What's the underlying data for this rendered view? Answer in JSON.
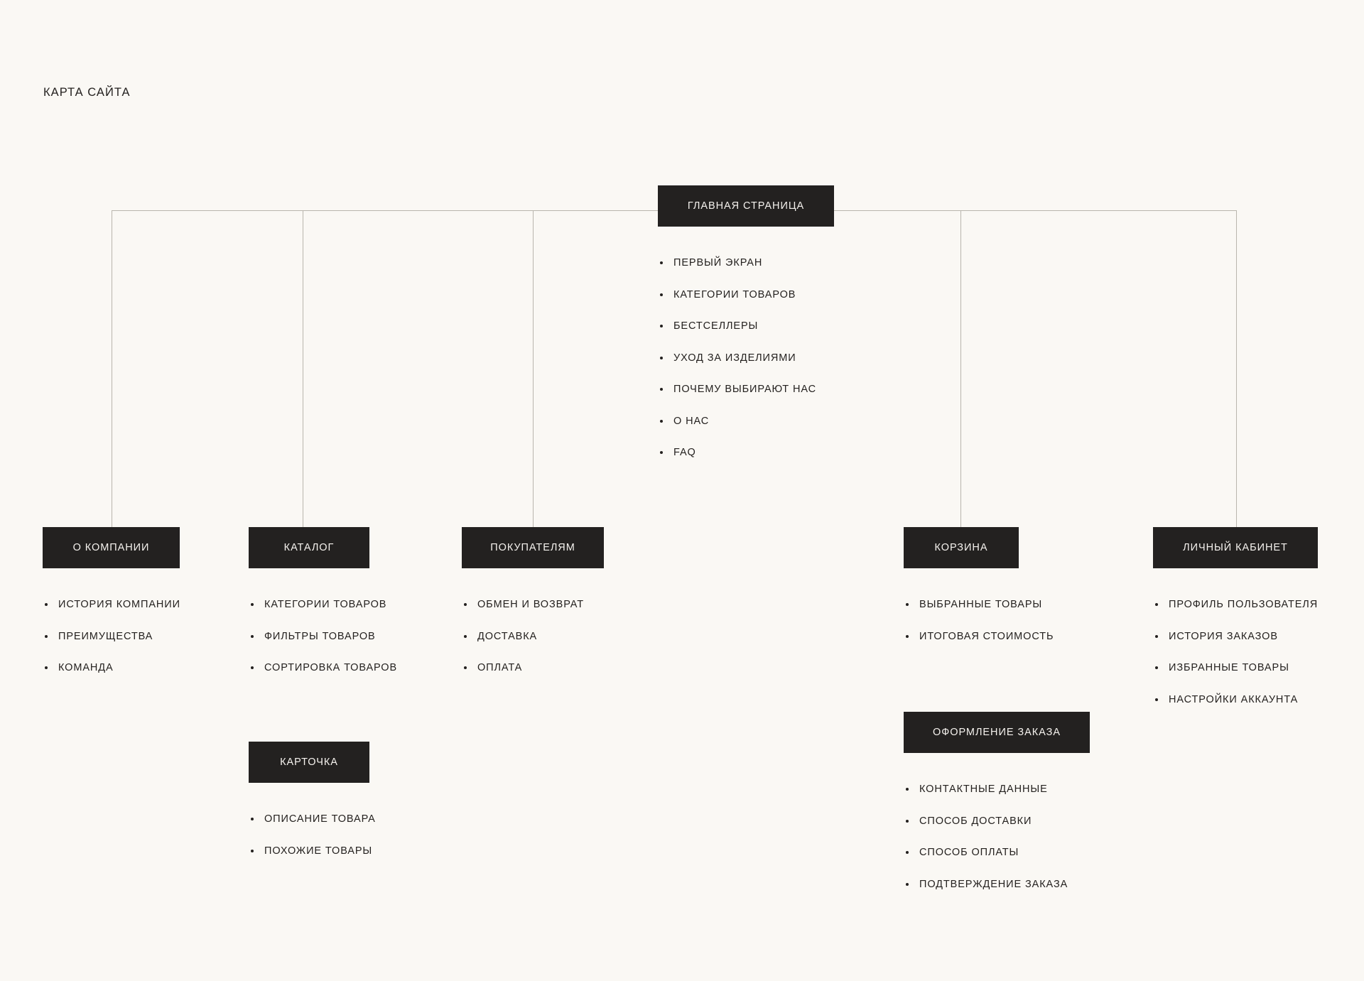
{
  "page": {
    "title": "КАРТА САЙТА",
    "background_color": "#faf8f4",
    "node_color": "#232120",
    "node_text_color": "#f5f2ee",
    "text_color": "#24211f",
    "line_color": "#b9b5ad"
  },
  "root": {
    "label": "ГЛАВНАЯ СТРАНИЦА",
    "items": [
      "ПЕРВЫЙ ЭКРАН",
      "КАТЕГОРИИ ТОВАРОВ",
      "БЕСТСЕЛЛЕРЫ",
      "УХОД ЗА ИЗДЕЛИЯМИ",
      "ПОЧЕМУ ВЫБИРАЮТ НАС",
      "О НАС",
      "FAQ"
    ]
  },
  "branches": [
    {
      "label": "О КОМПАНИИ",
      "items": [
        "ИСТОРИЯ КОМПАНИИ",
        "ПРЕИМУЩЕСТВА",
        "КОМАНДА"
      ]
    },
    {
      "label": "КАТАЛОГ",
      "items": [
        "КАТЕГОРИИ ТОВАРОВ",
        "ФИЛЬТРЫ ТОВАРОВ",
        "СОРТИРОВКА ТОВАРОВ"
      ]
    },
    {
      "label": "ПОКУПАТЕЛЯМ",
      "items": [
        "ОБМЕН И ВОЗВРАТ",
        "ДОСТАВКА",
        "ОПЛАТА"
      ]
    },
    {
      "label": "КОРЗИНА",
      "items": [
        "ВЫБРАННЫЕ ТОВАРЫ",
        "ИТОГОВАЯ СТОИМОСТЬ"
      ]
    },
    {
      "label": "ЛИЧНЫЙ КАБИНЕТ",
      "items": [
        "ПРОФИЛЬ ПОЛЬЗОВАТЕЛЯ",
        "ИСТОРИЯ ЗАКАЗОВ",
        "ИЗБРАННЫЕ ТОВАРЫ",
        "НАСТРОЙКИ АККАУНТА"
      ]
    }
  ],
  "sub_nodes": [
    {
      "label": "КАРТОЧКА",
      "items": [
        "ОПИСАНИЕ ТОВАРА",
        "ПОХОЖИЕ ТОВАРЫ"
      ]
    },
    {
      "label": "ОФОРМЛЕНИЕ ЗАКАЗА",
      "items": [
        "КОНТАКТНЫЕ ДАННЫЕ",
        "СПОСОБ ДОСТАВКИ",
        "СПОСОБ ОПЛАТЫ",
        "ПОДТВЕРЖДЕНИЕ ЗАКАЗА"
      ]
    }
  ]
}
